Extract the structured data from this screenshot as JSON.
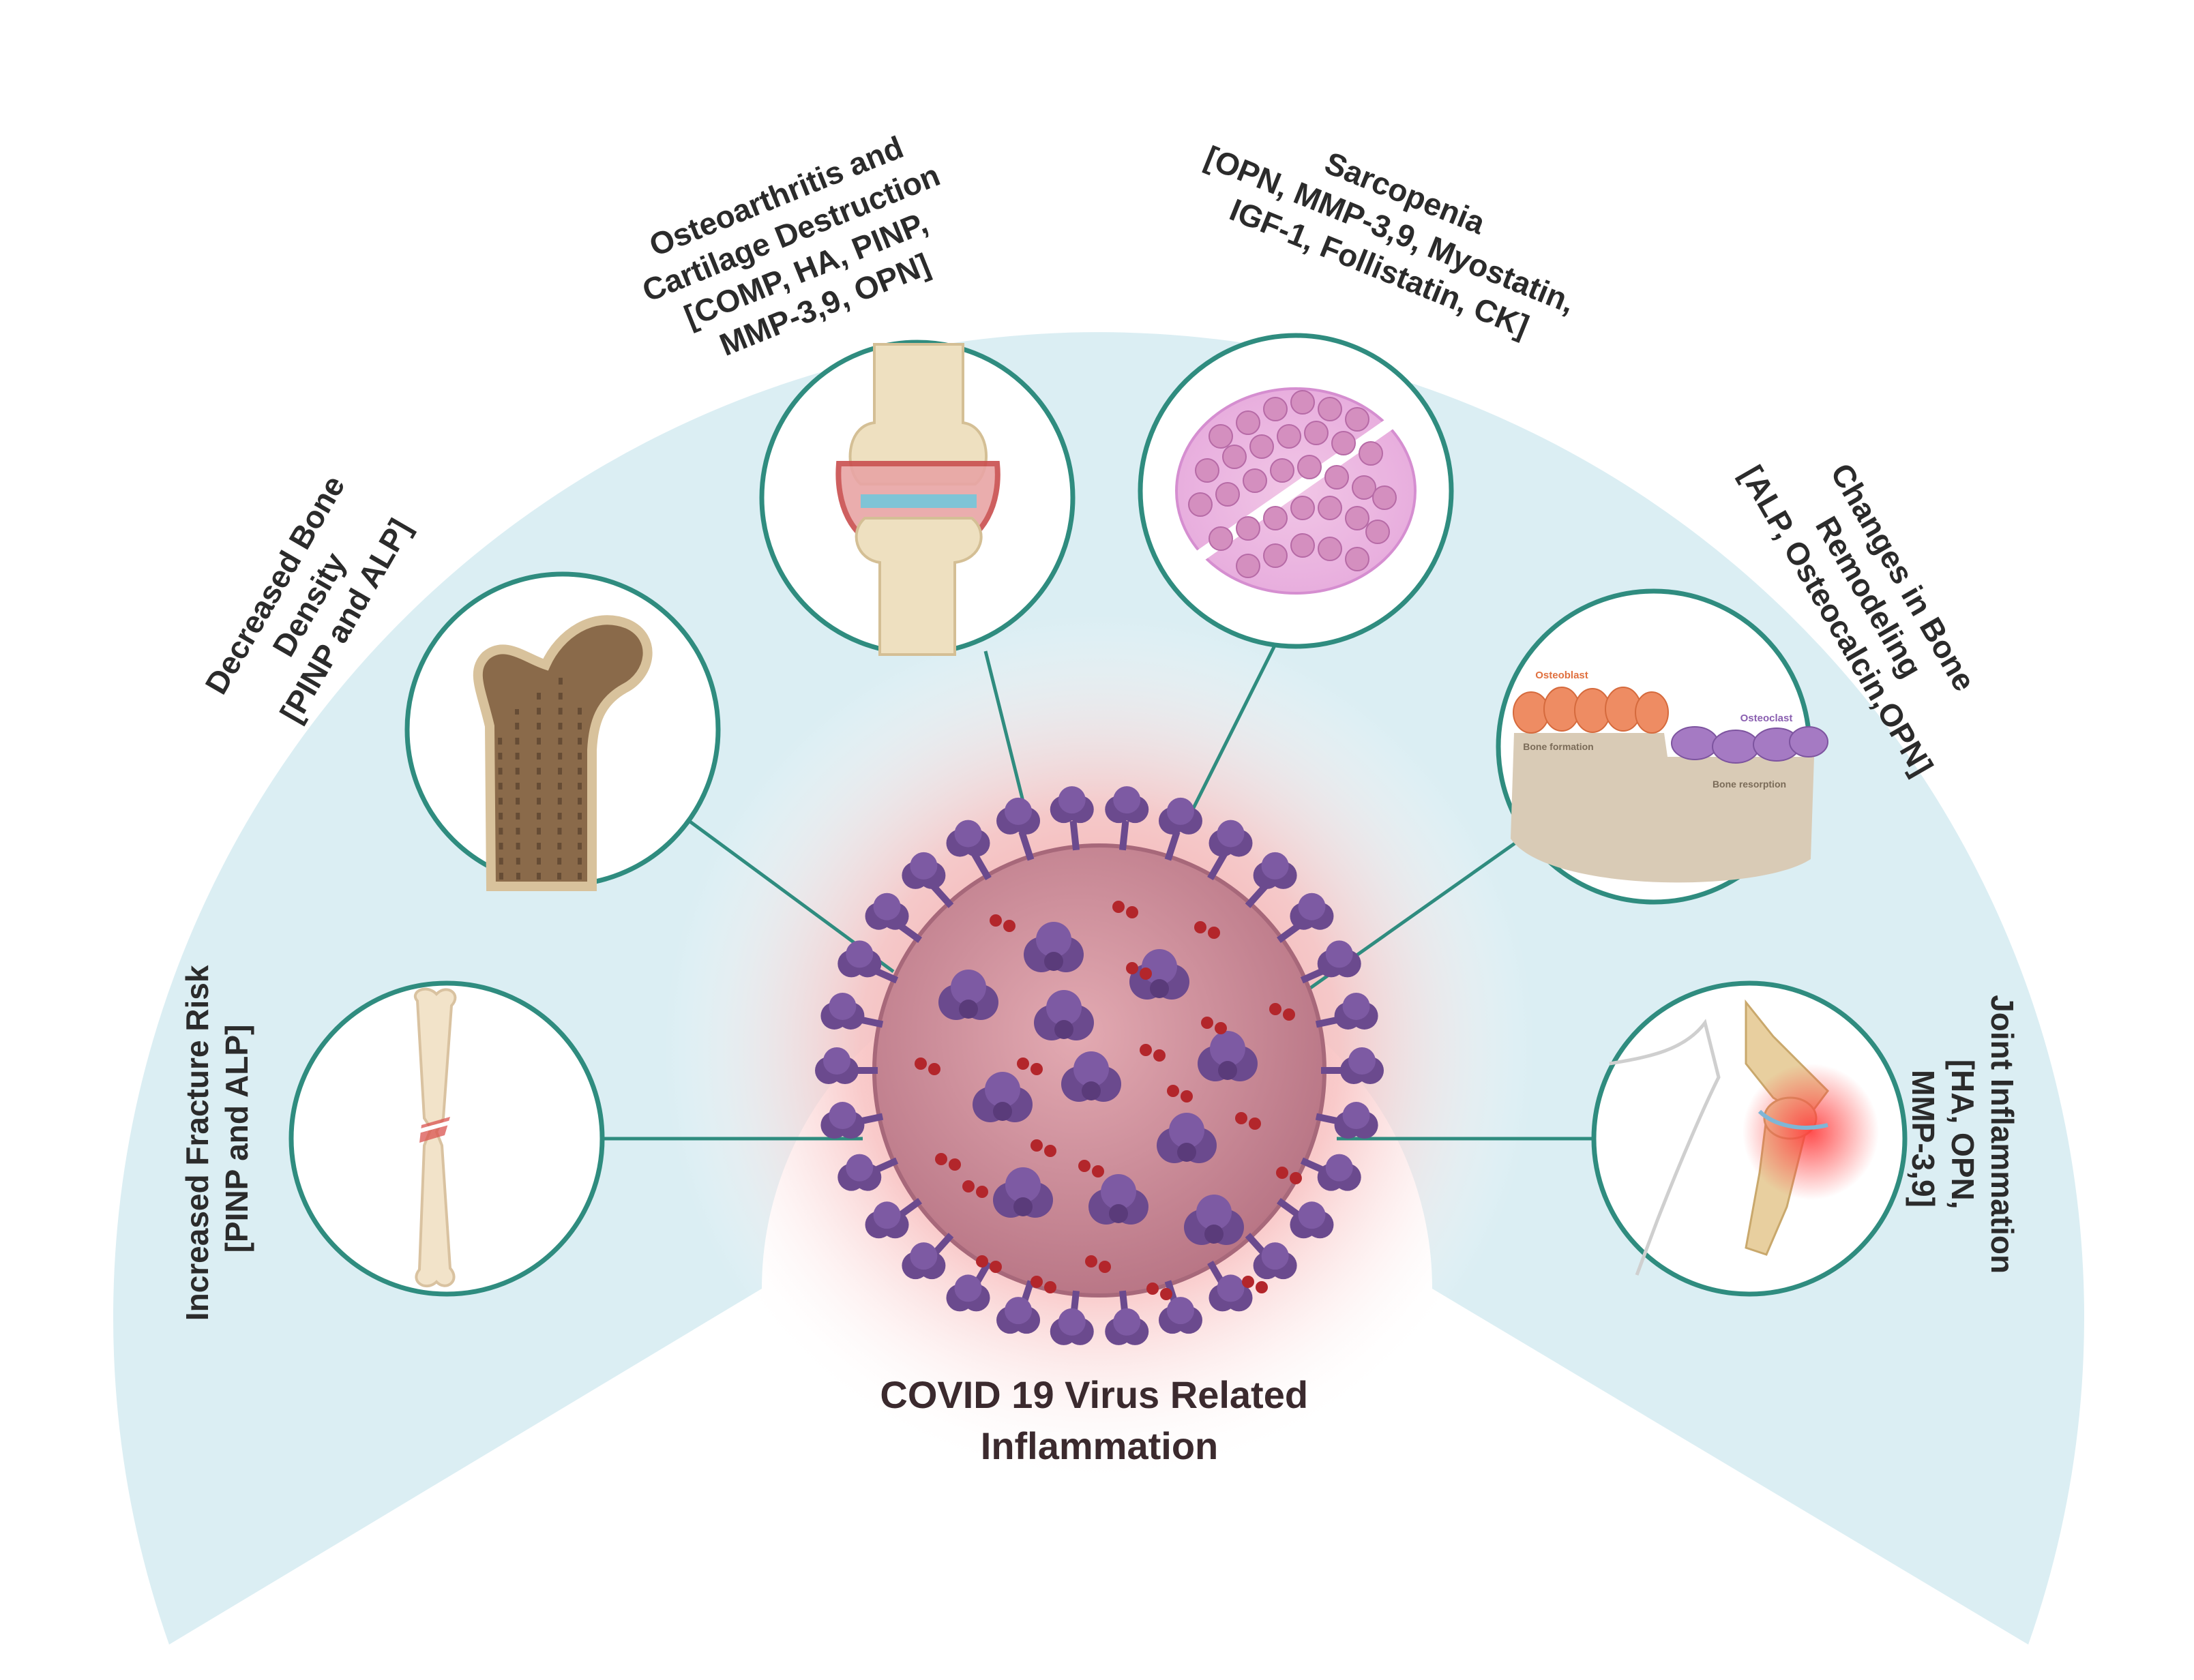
{
  "center": {
    "line1": "COVID 19 Virus Related",
    "line2": "Inflammation"
  },
  "panels": [
    {
      "id": "fracture",
      "icon": "long-bone-fracture-icon",
      "lines": [
        "Increased Fracture Risk",
        "[PINP and ALP]"
      ]
    },
    {
      "id": "bone-density",
      "icon": "femur-head-icon",
      "lines": [
        "Decreased Bone",
        "Density",
        "[PINP and ALP]"
      ]
    },
    {
      "id": "osteoarthritis",
      "icon": "knee-joint-icon",
      "lines": [
        "Osteoarthritis and",
        "Cartilage Destruction",
        "[COMP, HA, PINP,",
        "MMP-3,9, OPN]"
      ]
    },
    {
      "id": "sarcopenia",
      "icon": "muscle-fiber-icon",
      "lines": [
        "Sarcopenia",
        "[OPN, MMP-3,9, Myostatin,",
        "IGF-1, Follistatin, CK]"
      ]
    },
    {
      "id": "remodeling",
      "icon": "bone-remodeling-icon",
      "lines": [
        "Changes in Bone",
        "Remodeling",
        "[ALP, Osteocalcin,OPN]"
      ],
      "micro": {
        "osteoblast": "Osteoblast",
        "osteoclast": "Osteoclast",
        "formation": "Bone formation",
        "resorption": "Bone resorption"
      }
    },
    {
      "id": "joint",
      "icon": "inflamed-knee-icon",
      "lines": [
        "Joint Inflammation",
        "[HA, OPN,",
        "MMP-3,9]"
      ]
    }
  ],
  "colors": {
    "fan": "#dbeef3",
    "ring": "#2f8c7f",
    "glow": "#f6a9a9",
    "virus_body": "#c98a95",
    "spike": "#6b4a8e",
    "dots": "#b3262b"
  }
}
